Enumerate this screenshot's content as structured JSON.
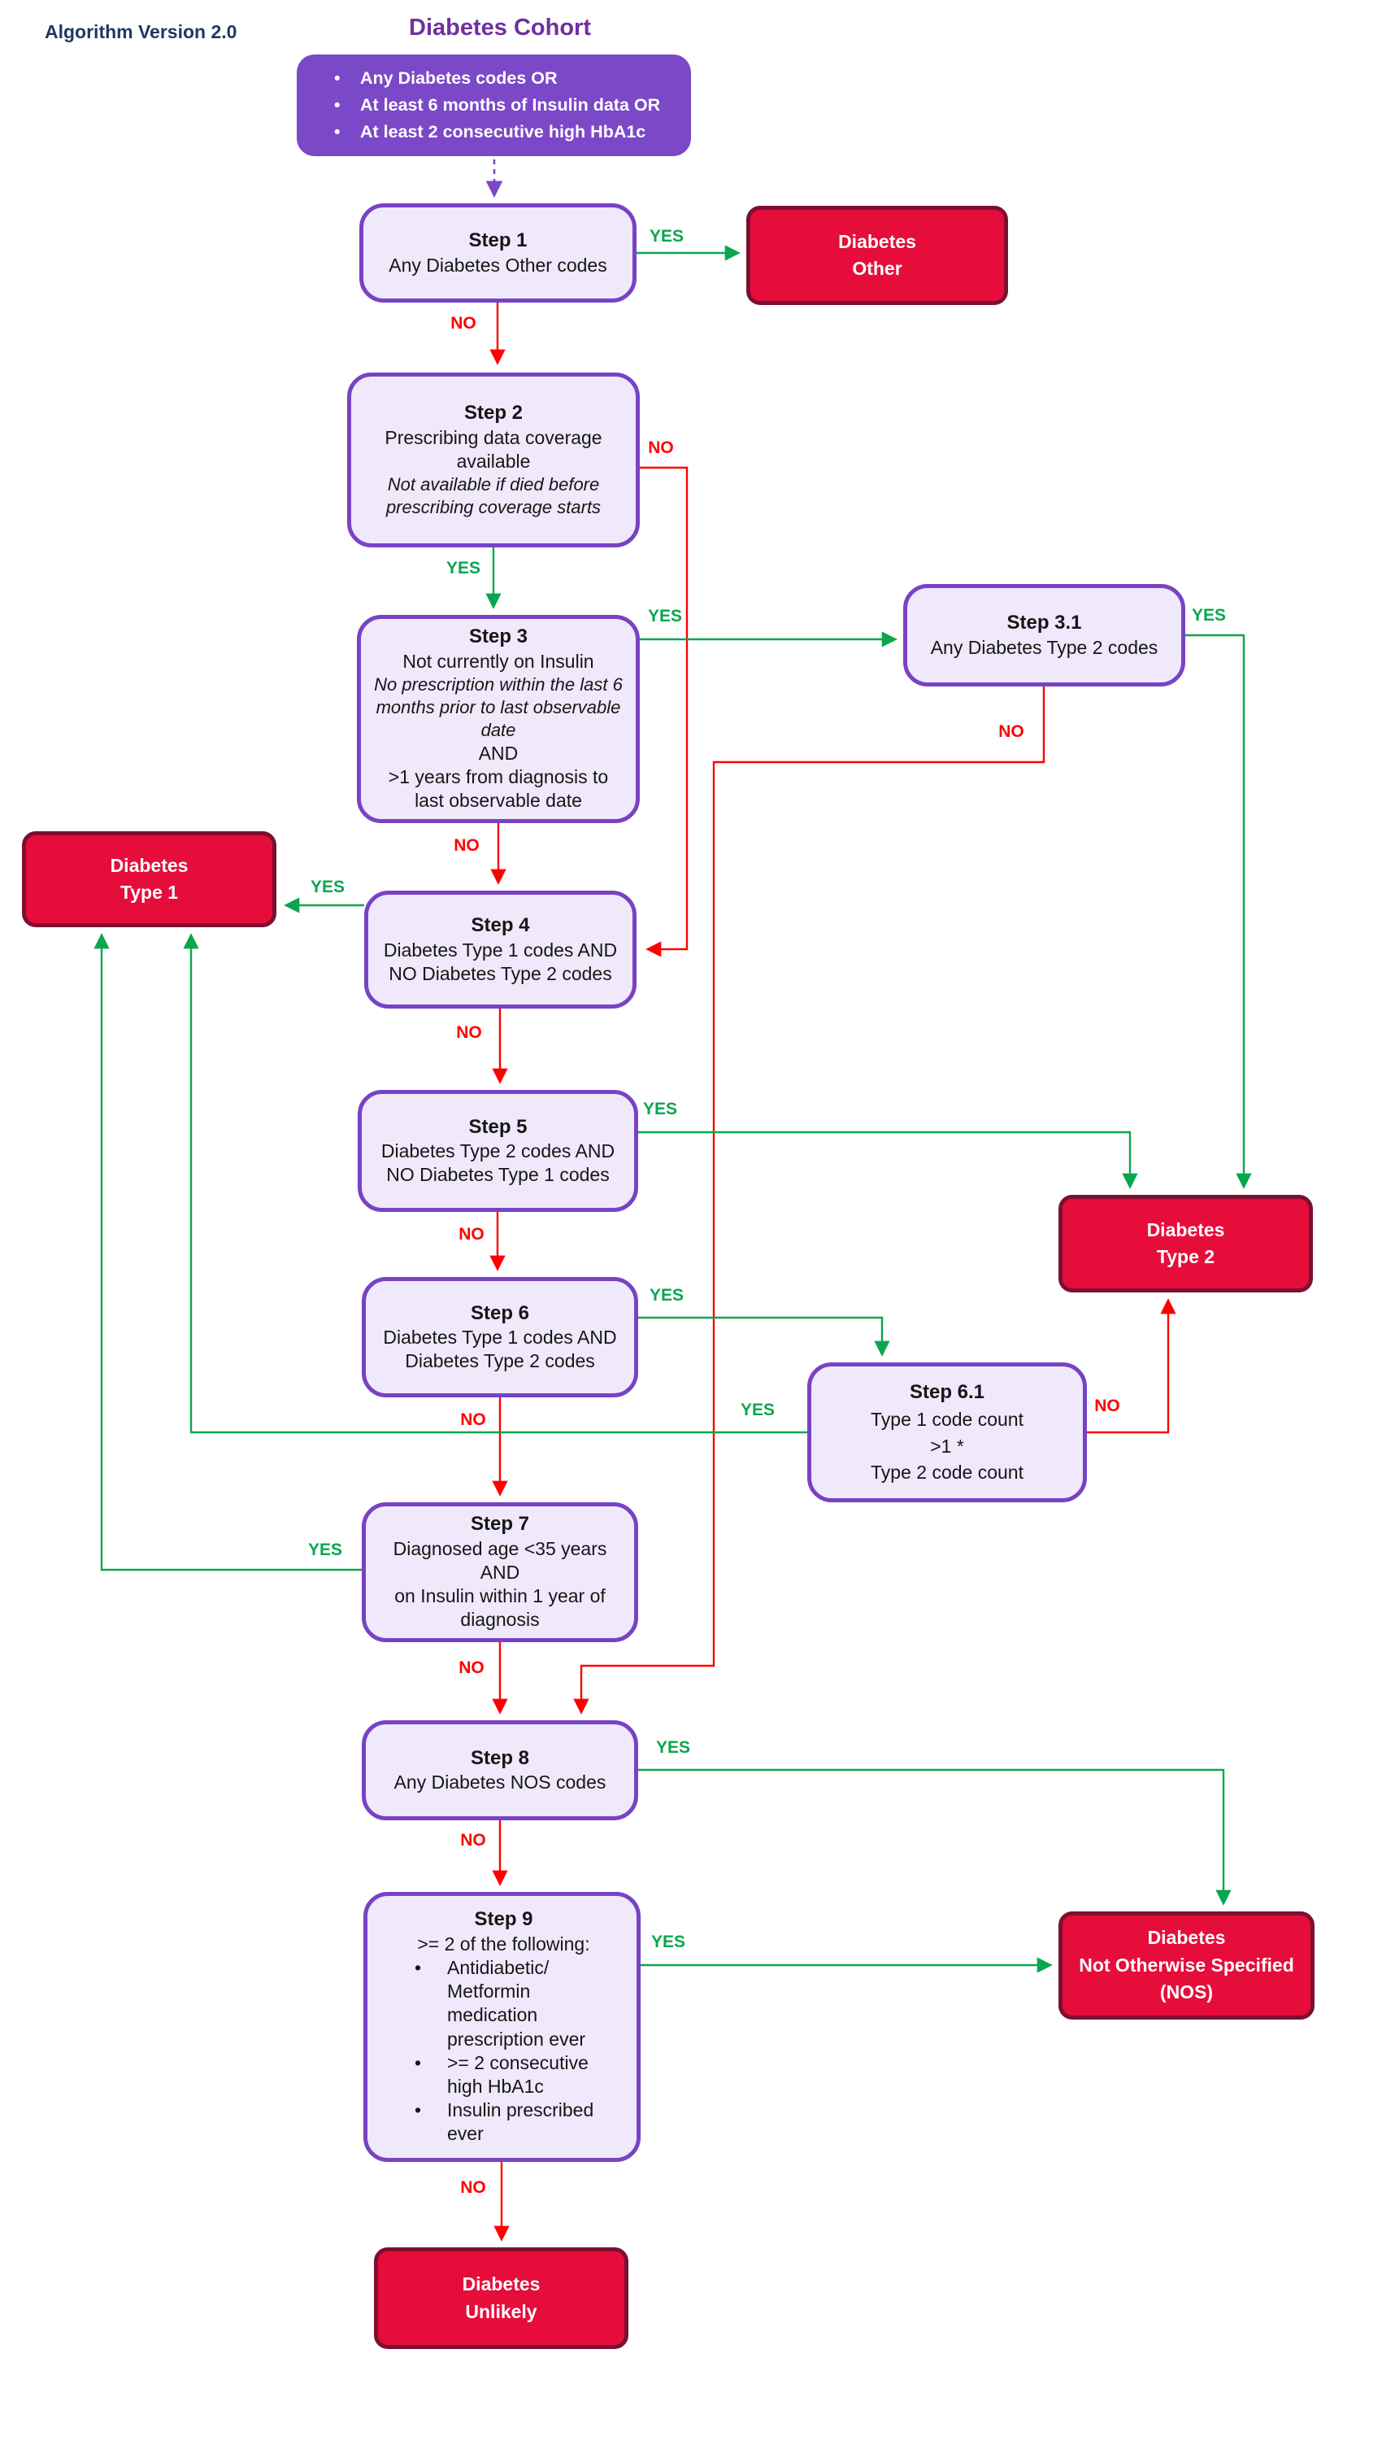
{
  "header": {
    "version_label": "Algorithm Version 2.0",
    "title": "Diabetes Cohort"
  },
  "entry": {
    "bullets": [
      "Any Diabetes codes OR",
      "At least 6 months of Insulin data OR",
      "At least 2 consecutive high HbA1c"
    ]
  },
  "edge_labels": {
    "yes": "YES",
    "no": "NO"
  },
  "colors": {
    "yes_green": "#0AA64E",
    "no_red": "#FF0000",
    "step_border": "#7743C4",
    "step_fill": "#EFE9FB",
    "outcome_fill": "#E60D3B",
    "outcome_border": "#7C1030",
    "title_purple": "#7030A0",
    "version_navy": "#1F3864",
    "entry_fill": "#7B48C8"
  },
  "steps": {
    "s1": {
      "title": "Step 1",
      "line1": "Any Diabetes Other codes"
    },
    "s2": {
      "title": "Step 2",
      "line1": "Prescribing data coverage available",
      "line2_italic": "Not available if died before prescribing coverage starts"
    },
    "s3": {
      "title": "Step 3",
      "line1": "Not currently on Insulin",
      "line2_italic": "No prescription within the last 6 months prior to last observable date",
      "line3": "AND",
      "line4": ">1 years from diagnosis to last observable date"
    },
    "s31": {
      "title": "Step 3.1",
      "line1": "Any Diabetes Type 2 codes"
    },
    "s4": {
      "title": "Step 4",
      "line1": "Diabetes Type 1 codes AND NO Diabetes Type 2 codes"
    },
    "s5": {
      "title": "Step 5",
      "line1": "Diabetes Type 2 codes AND NO Diabetes Type 1 codes"
    },
    "s6": {
      "title": "Step 6",
      "line1": "Diabetes Type 1 codes AND Diabetes Type 2 codes"
    },
    "s61": {
      "title": "Step 6.1",
      "line1": "Type 1 code count",
      "line2": ">1 *",
      "line3": "Type 2 code count"
    },
    "s7": {
      "title": "Step 7",
      "line1": "Diagnosed age <35 years",
      "line2": "AND",
      "line3": "on Insulin within 1 year of diagnosis"
    },
    "s8": {
      "title": "Step 8",
      "line1": "Any Diabetes NOS codes"
    },
    "s9": {
      "title": "Step 9",
      "intro": ">= 2 of the following:",
      "bullets": [
        "Antidiabetic/ Metformin medication prescription ever",
        ">= 2 consecutive high HbA1c",
        "Insulin prescribed ever"
      ]
    }
  },
  "outcomes": {
    "other": {
      "line1": "Diabetes",
      "line2": "Other"
    },
    "type1": {
      "line1": "Diabetes",
      "line2": "Type 1"
    },
    "type2": {
      "line1": "Diabetes",
      "line2": "Type 2"
    },
    "nos": {
      "line1": "Diabetes",
      "line2": "Not Otherwise Specified",
      "line3": "(NOS)"
    },
    "unlikely": {
      "line1": "Diabetes",
      "line2": "Unlikely"
    }
  }
}
